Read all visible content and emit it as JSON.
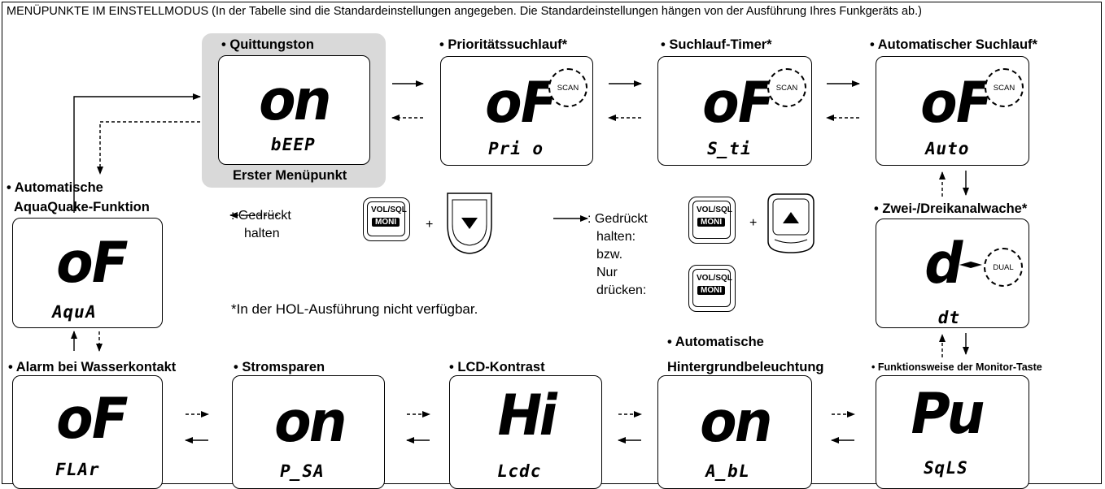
{
  "header": "MENÜPUNKTE IM EINSTELLMODUS (In der Tabelle sind die Standardeinstellungen angegeben. Die Standardeinstellungen hängen von der Ausführung Ihres Funkgeräts ab.)",
  "items": {
    "quittungston": {
      "title": "• Quittungston",
      "big": "on",
      "small": "bEEP",
      "sub": "Erster Menüpunkt"
    },
    "prio": {
      "title": "• Prioritätssuchlauf*",
      "big": "oF",
      "small": "Pri o",
      "badge": "SCAN"
    },
    "timer": {
      "title": "• Suchlauf-Timer*",
      "big": "oF",
      "small": "S_ti",
      "badge": "SCAN"
    },
    "auto_scan": {
      "title": "• Automatischer Suchlauf*",
      "big": "oF",
      "small": "Auto",
      "badge": "SCAN"
    },
    "dual": {
      "title": "• Zwei-/Dreikanalwache*",
      "big": "d",
      "small": "dt",
      "badge": "DUAL"
    },
    "monitor": {
      "title": "• Funktionsweise der Monitor-Taste",
      "big": "Pu",
      "small": "SqLS"
    },
    "backlight": {
      "title1": "• Automatische",
      "title2": "Hintergrundbeleuchtung",
      "big": "on",
      "small": "A_bL"
    },
    "contrast": {
      "title": "• LCD-Kontrast",
      "big": "Hi",
      "small": "Lcdc"
    },
    "power": {
      "title": "• Stromsparen",
      "big": "on",
      "small": "P_SA"
    },
    "alarm": {
      "title": "• Alarm bei Wasserkontakt",
      "big": "oF",
      "small": "FLAr"
    },
    "aqua": {
      "title1": "• Automatische",
      "title2": "AquaQuake-Funktion",
      "big": "oF",
      "small": "AquA"
    }
  },
  "legend": {
    "dashed_label1": ": Gedrückt",
    "dashed_label2": "halten",
    "solid_label1": ": Gedrückt",
    "solid_label2": "halten:",
    "solid_label3": "bzw.",
    "solid_label4": "Nur",
    "solid_label5": "drücken:",
    "key_top": "VOL/SQL",
    "key_bottom": "MONI",
    "plus": "+"
  },
  "footnote": "*In der HOL-Ausführung nicht verfügbar."
}
